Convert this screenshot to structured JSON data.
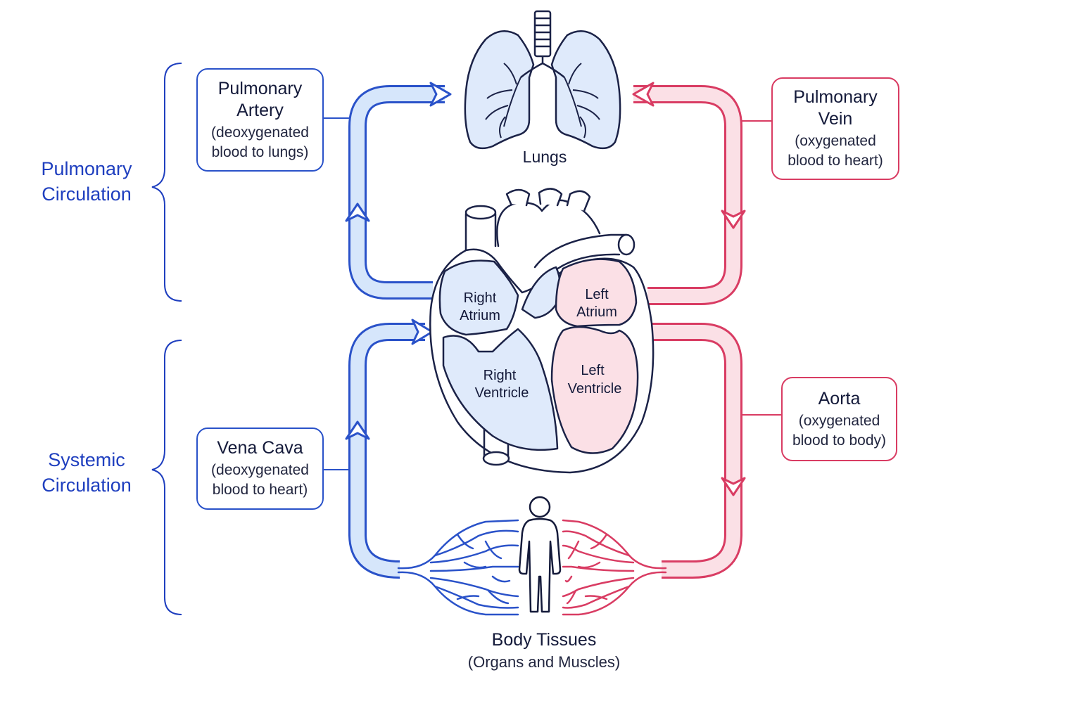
{
  "sections": {
    "pulmonary": {
      "line1": "Pulmonary",
      "line2": "Circulation"
    },
    "systemic": {
      "line1": "Systemic",
      "line2": "Circulation"
    }
  },
  "callouts": {
    "pulmonary_artery": {
      "title_line1": "Pulmonary",
      "title_line2": "Artery",
      "desc_line1": "(deoxygenated",
      "desc_line2": "blood to lungs)"
    },
    "pulmonary_vein": {
      "title_line1": "Pulmonary",
      "title_line2": "Vein",
      "desc_line1": "(oxygenated",
      "desc_line2": "blood to heart)"
    },
    "vena_cava": {
      "title": "Vena Cava",
      "desc_line1": "(deoxygenated",
      "desc_line2": "blood to heart)"
    },
    "aorta": {
      "title": "Aorta",
      "desc_line1": "(oxygenated",
      "desc_line2": "blood to body)"
    }
  },
  "organs": {
    "lungs": "Lungs",
    "right_atrium": {
      "line1": "Right",
      "line2": "Atrium"
    },
    "left_atrium": {
      "line1": "Left",
      "line2": "Atrium"
    },
    "right_ventricle": {
      "line1": "Right",
      "line2": "Ventricle"
    },
    "left_ventricle": {
      "line1": "Left",
      "line2": "Ventricle"
    }
  },
  "body_tissues": {
    "title": "Body Tissues",
    "subtitle": "(Organs and Muscles)"
  },
  "colors": {
    "deoxygenated": "#2a52c9",
    "deoxygenated_fill": "#d6e6fb",
    "oxygenated": "#d93c63",
    "oxygenated_fill": "#fbe0e6",
    "outline": "#1b2247",
    "section_text": "#1f3fbf"
  }
}
